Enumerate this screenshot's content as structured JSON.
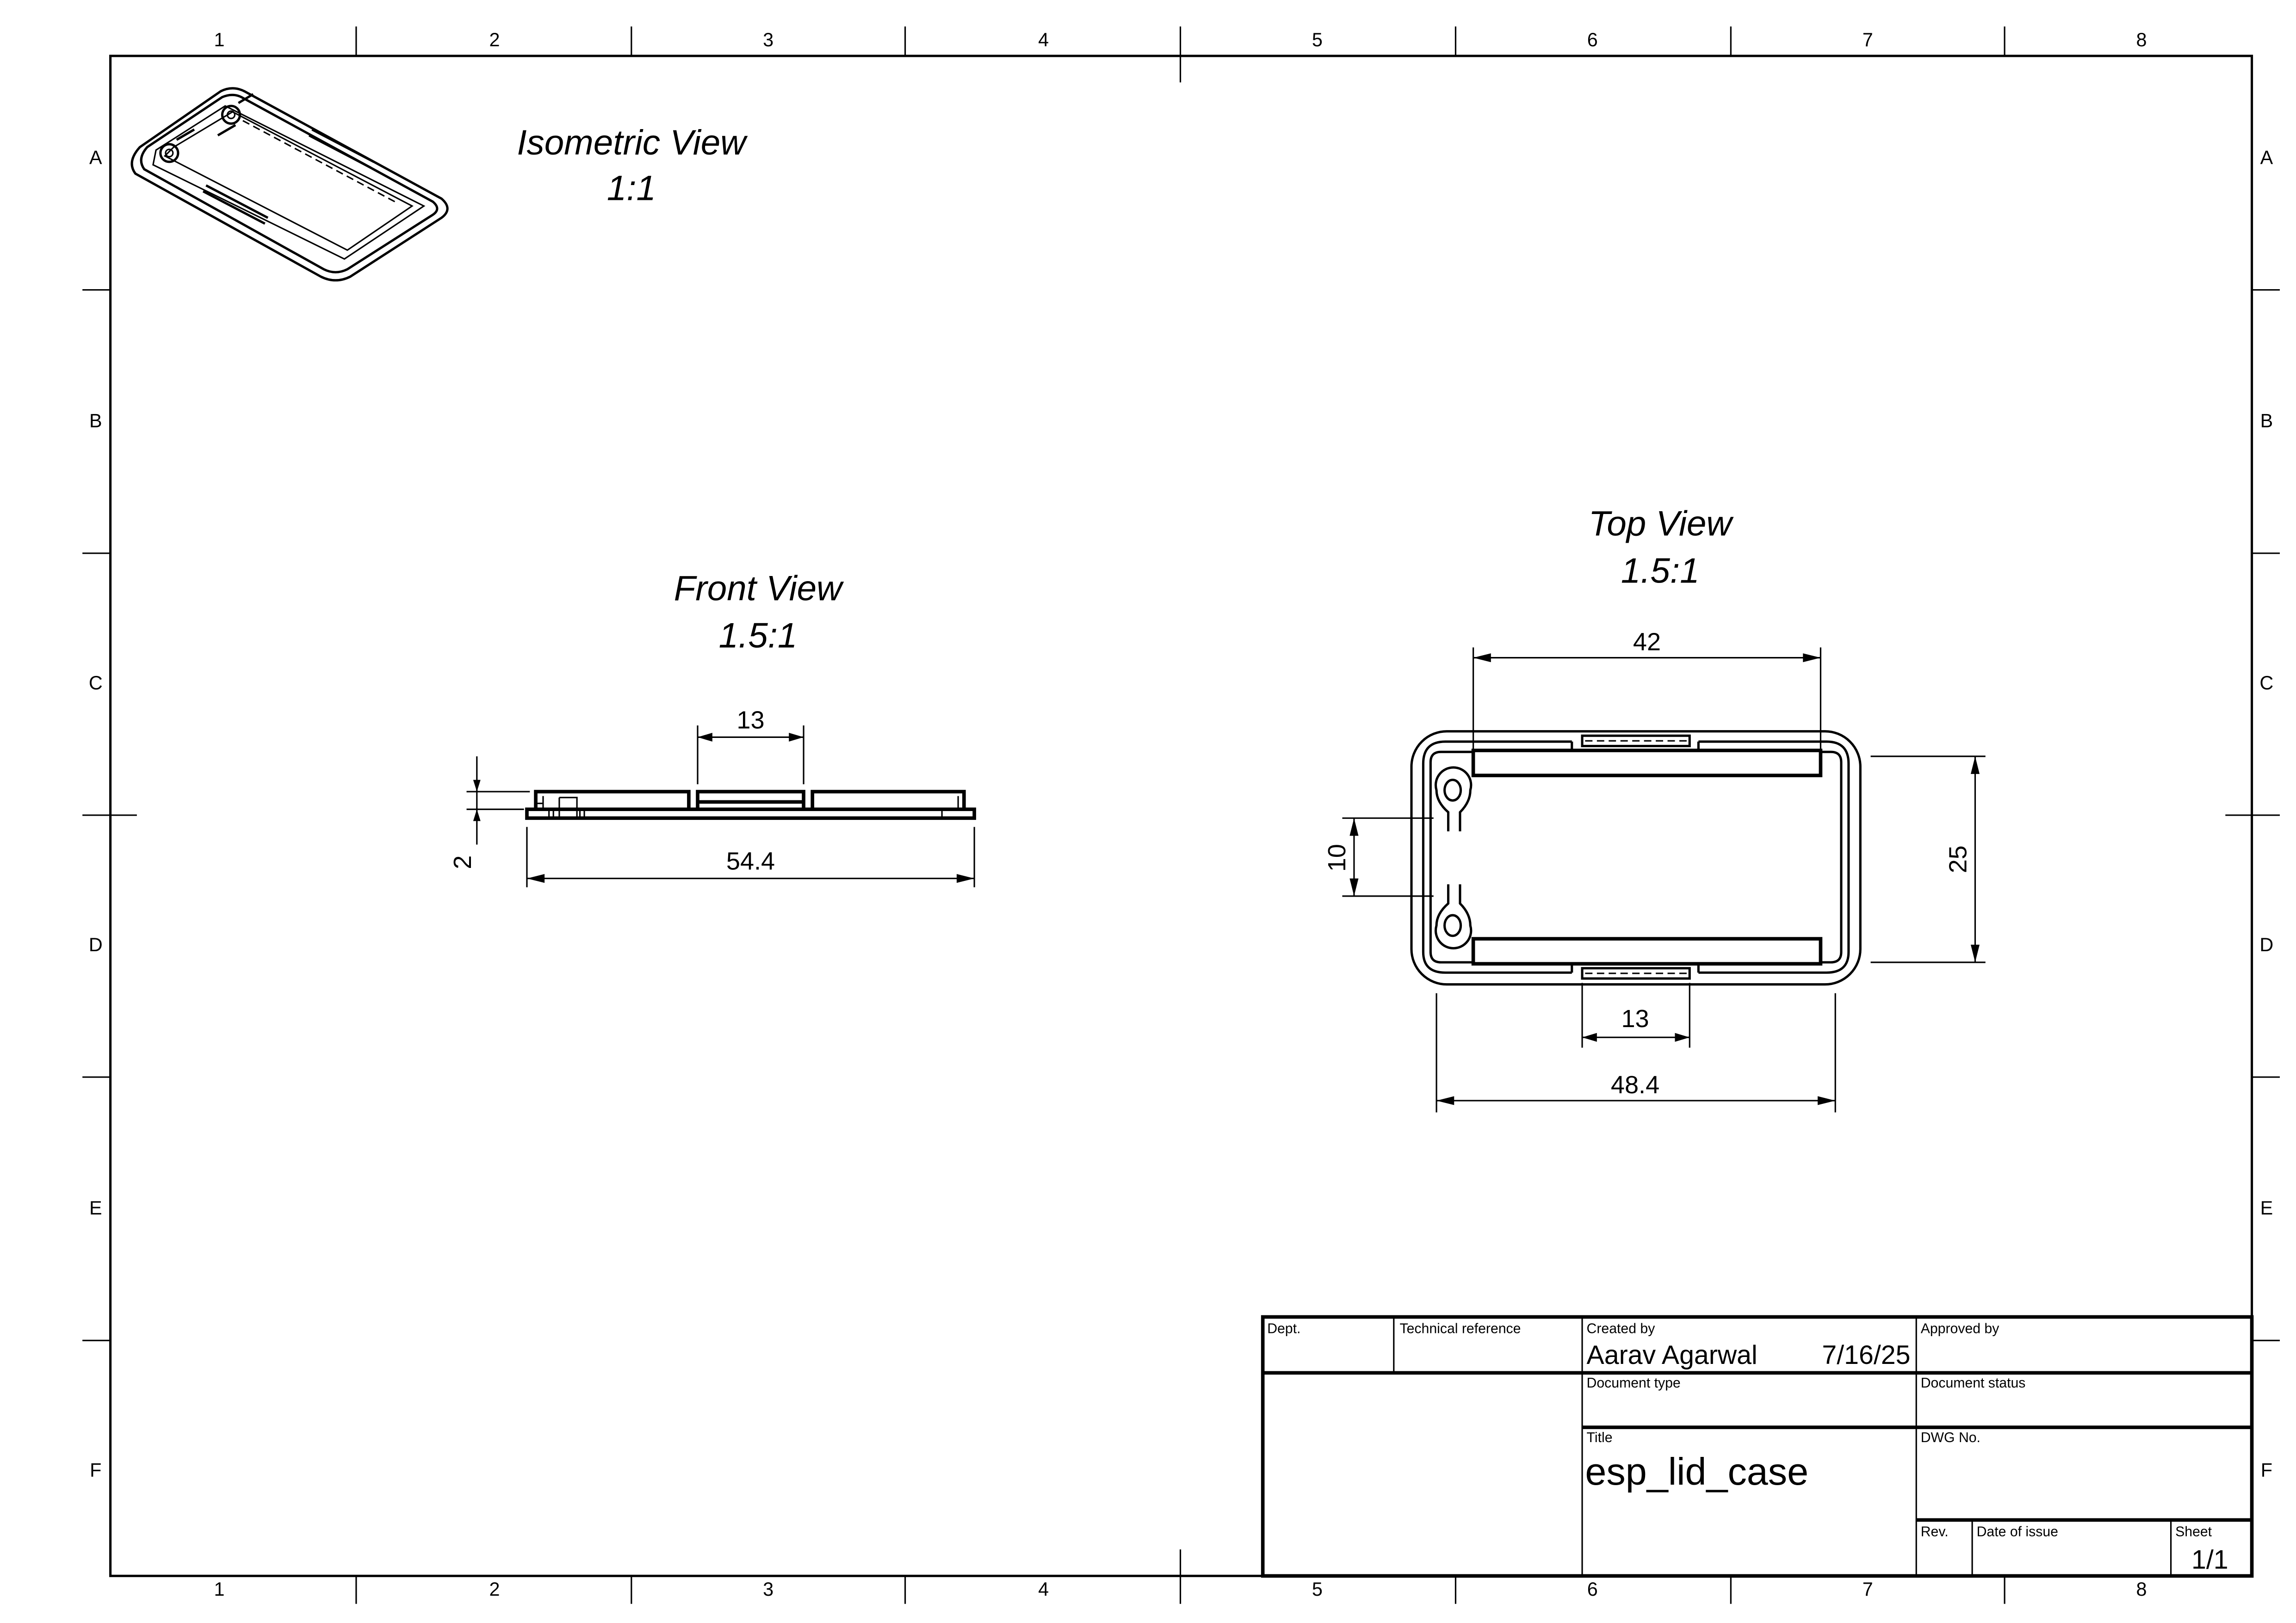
{
  "sheet": {
    "columns": [
      "1",
      "2",
      "3",
      "4",
      "5",
      "6",
      "7",
      "8"
    ],
    "rows": [
      "A",
      "B",
      "C",
      "D",
      "E",
      "F"
    ]
  },
  "views": {
    "isometric": {
      "name": "Isometric View",
      "scale": "1:1"
    },
    "front": {
      "name": "Front View",
      "scale": "1.5:1",
      "dims": {
        "width": "54.4",
        "slot": "13",
        "height": "2"
      }
    },
    "top": {
      "name": "Top View",
      "scale": "1.5:1",
      "dims": {
        "inner_width": "42",
        "slot": "13",
        "width": "48.4",
        "height": "25",
        "hole_spacing": "10"
      }
    }
  },
  "title_block": {
    "dept_label": "Dept.",
    "tech_ref_label": "Technical reference",
    "created_by_label": "Created by",
    "created_by": "Aarav Agarwal",
    "created_date": "7/16/25",
    "approved_by_label": "Approved by",
    "doc_type_label": "Document type",
    "doc_status_label": "Document status",
    "title_label": "Title",
    "title": "esp_lid_case",
    "dwg_no_label": "DWG No.",
    "rev_label": "Rev.",
    "date_issue_label": "Date of issue",
    "sheet_label": "Sheet",
    "sheet": "1/1"
  }
}
